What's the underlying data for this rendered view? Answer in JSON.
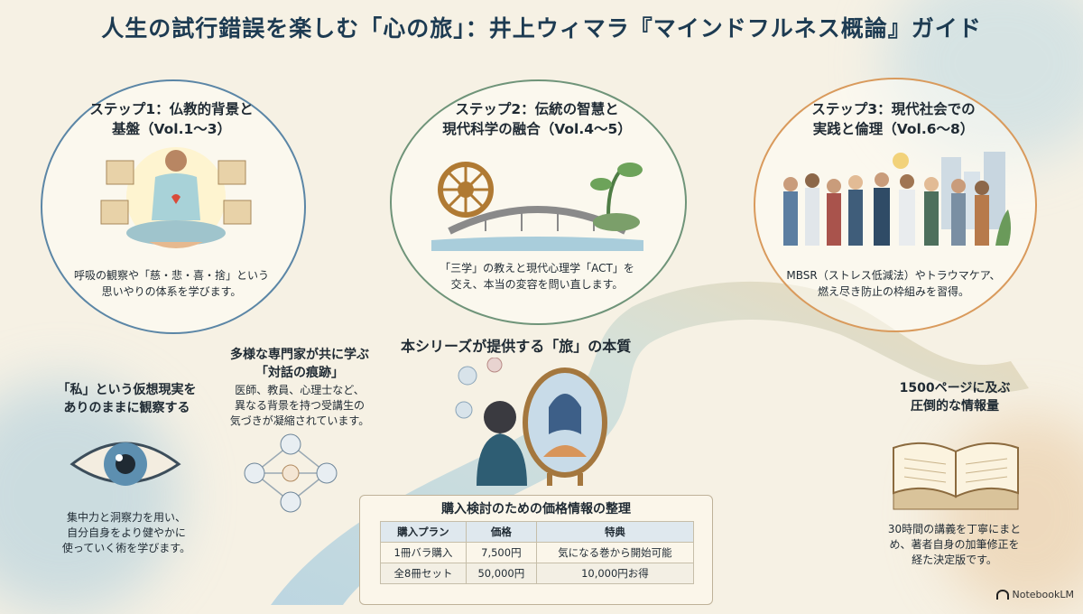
{
  "title": "人生の試行錯誤を楽しむ「心の旅」：井上ウィマラ『マインドフルネス概論』ガイド",
  "steps": [
    {
      "title_line1": "ステップ1：仏教的背景と",
      "title_line2": "基盤（Vol.1〜3）",
      "desc_line1": "呼吸の観察や「慈・悲・喜・捨」という",
      "desc_line2": "思いやりの体系を学びます。",
      "color": "#5b86a6"
    },
    {
      "title_line1": "ステップ2：伝統の智慧と",
      "title_line2": "現代科学の融合（Vol.4〜5）",
      "desc_line1": "「三学」の教えと現代心理学「ACT」を",
      "desc_line2": "交え、本当の変容を問い直します。",
      "color": "#6f9479"
    },
    {
      "title_line1": "ステップ3：現代社会での",
      "title_line2": "実践と倫理（Vol.6〜8）",
      "desc_line1": "MBSR（ストレス低減法）やトラウマケア、",
      "desc_line2": "燃え尽き防止の枠組みを習得。",
      "color": "#d99a5c"
    }
  ],
  "center_title": "本シリーズが提供する「旅」の本質",
  "features": {
    "observe": {
      "title_line1": "「私」という仮想現実を",
      "title_line2": "ありのままに観察する",
      "desc_line1": "集中力と洞察力を用い、",
      "desc_line2": "自分自身をより健やかに",
      "desc_line3": "使っていく術を学びます。"
    },
    "dialogue": {
      "title_line1": "多様な専門家が共に学ぶ",
      "title_line2": "「対話の痕跡」",
      "desc_line1": "医師、教員、心理士など、",
      "desc_line2": "異なる背景を持つ受講生の",
      "desc_line3": "気づきが凝縮されています。"
    },
    "volume": {
      "title_line1": "1500ページに及ぶ",
      "title_line2": "圧倒的な情報量",
      "desc_line1": "30時間の講義を丁寧にまと",
      "desc_line2": "め、著者自身の加筆修正を",
      "desc_line3": "経た決定版です。"
    }
  },
  "price": {
    "title": "購入検討のための価格情報の整理",
    "headers": [
      "購入プラン",
      "価格",
      "特典"
    ],
    "rows": [
      [
        "1冊バラ購入",
        "7,500円",
        "気になる巻から開始可能"
      ],
      [
        "全8冊セット",
        "50,000円",
        "10,000円お得"
      ]
    ]
  },
  "badge": "NotebookLM"
}
